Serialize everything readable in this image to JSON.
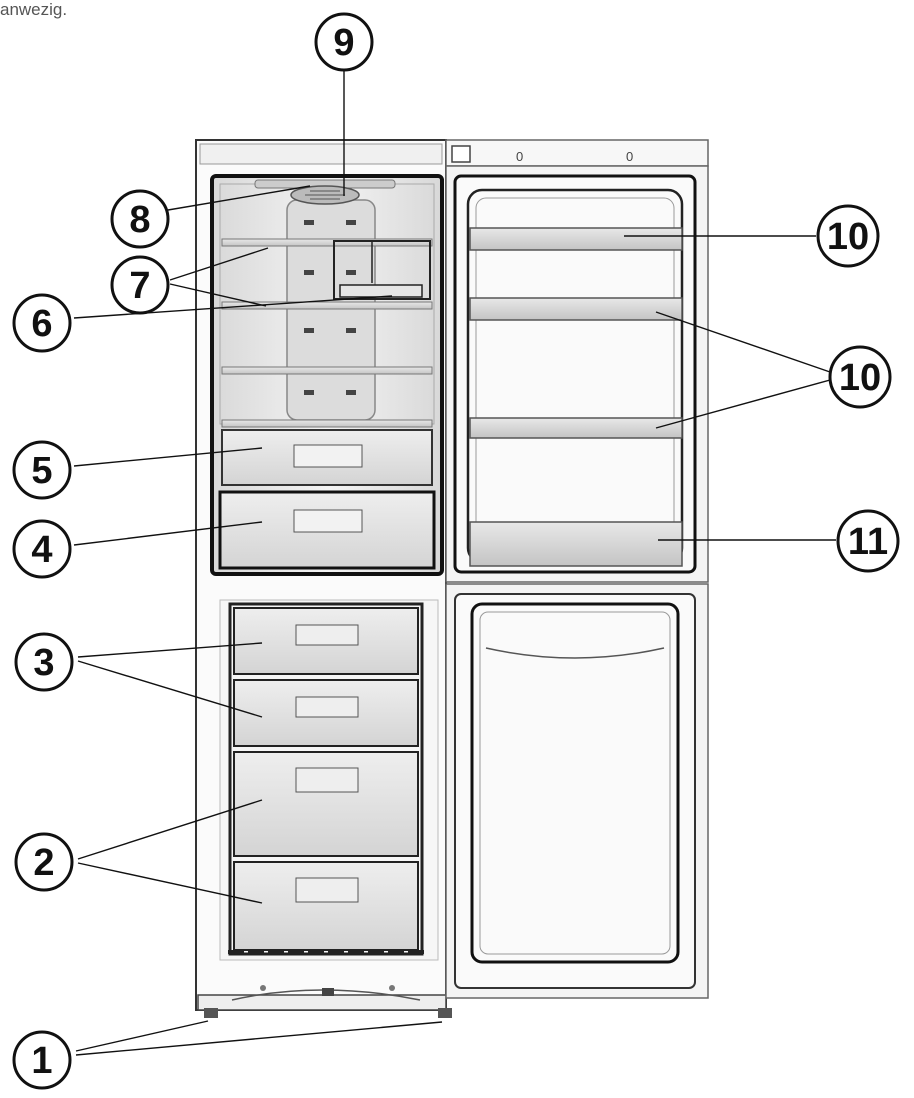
{
  "caption_fragment": "anwezig.",
  "callouts": [
    {
      "id": "1",
      "label": "1"
    },
    {
      "id": "2",
      "label": "2"
    },
    {
      "id": "3",
      "label": "3"
    },
    {
      "id": "4",
      "label": "4"
    },
    {
      "id": "5",
      "label": "5"
    },
    {
      "id": "6",
      "label": "6"
    },
    {
      "id": "7",
      "label": "7"
    },
    {
      "id": "8",
      "label": "8"
    },
    {
      "id": "9",
      "label": "9"
    },
    {
      "id": "10a",
      "label": "10"
    },
    {
      "id": "10b",
      "label": "10"
    },
    {
      "id": "11",
      "label": "11"
    }
  ],
  "controls": {
    "knob_left": "0",
    "knob_right": "0"
  }
}
